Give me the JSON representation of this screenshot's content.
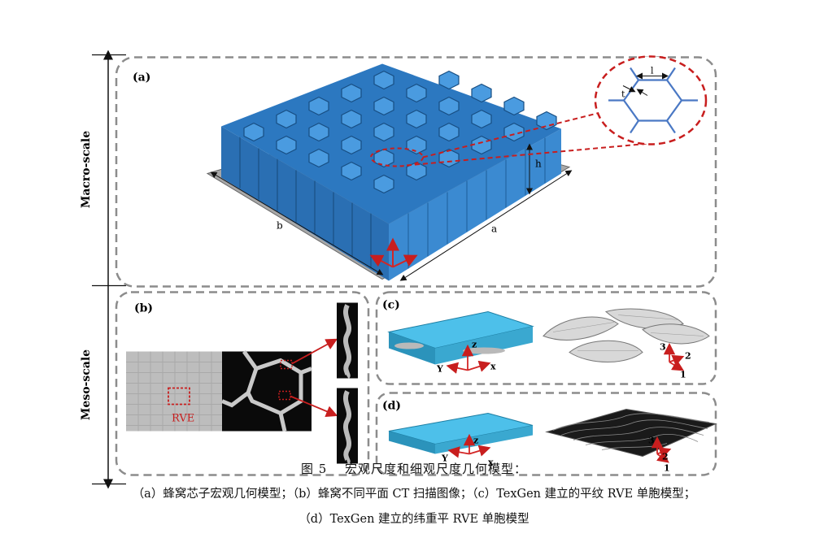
{
  "figure": {
    "scale_labels": {
      "macro": "Macro-scale",
      "meso": "Meso-scale"
    },
    "panel_labels": {
      "a": "(a)",
      "b": "(b)",
      "c": "(c)",
      "d": "(d)"
    },
    "dimension_labels": {
      "a": "a",
      "b": "b",
      "h": "h",
      "l": "l",
      "t": "t"
    },
    "rve_label": "RVE",
    "axes_c": {
      "z": "z",
      "y": "Y",
      "x": "x",
      "n3": "3",
      "n2": "2",
      "n1": "1"
    },
    "axes_d": {
      "z": "z",
      "y": "Y",
      "x": "x",
      "n3": "3",
      "n2": "2",
      "n1": "1"
    },
    "colors": {
      "honeycomb": "#2f7fc7",
      "dash": "#c81e1e",
      "panel_border": "#8c8c8c",
      "mesh": "#39b0d6",
      "gray": "#bdbdbd"
    }
  },
  "caption": {
    "title": "图 5　 宏观尺度和细观尺度几何模型：",
    "line1": "（a）蜂窝芯子宏观几何模型；（b）蜂窝不同平面 CT 扫描图像；（c）TexGen 建立的平纹 RVE 单胞模型；",
    "line2": "（d）TexGen 建立的纬重平 RVE 单胞模型"
  }
}
